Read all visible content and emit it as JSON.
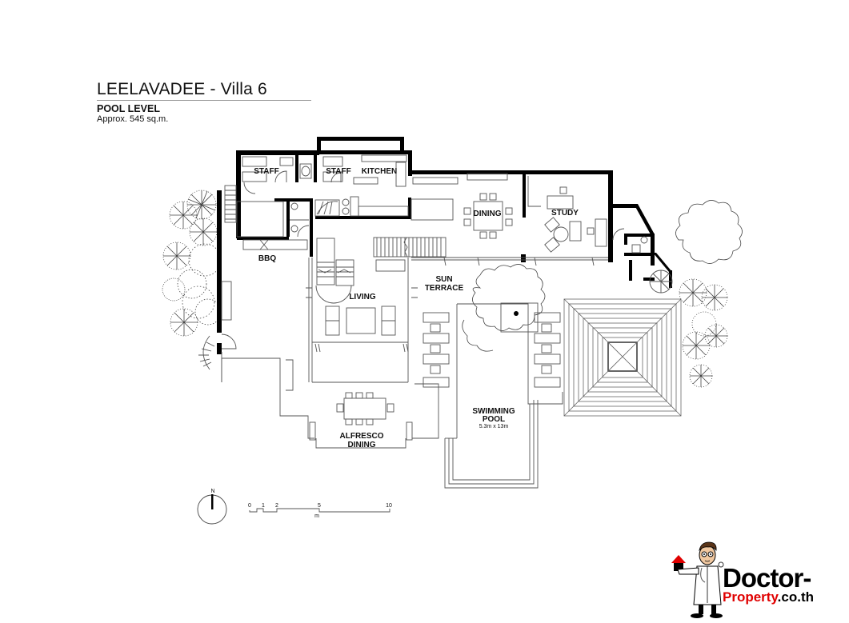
{
  "header": {
    "title": "LEELAVADEE - Villa 6",
    "level": "POOL LEVEL",
    "area": "Approx. 545 sq.m."
  },
  "rooms": [
    {
      "id": "staff-1",
      "label": "STAFF"
    },
    {
      "id": "staff-2",
      "label": "STAFF"
    },
    {
      "id": "kitchen",
      "label": "KITCHEN"
    },
    {
      "id": "dining",
      "label": "DINING"
    },
    {
      "id": "study",
      "label": "STUDY"
    },
    {
      "id": "bbq",
      "label": "BBQ"
    },
    {
      "id": "living",
      "label": "LIVING"
    },
    {
      "id": "sun-terrace",
      "label_line1": "SUN",
      "label_line2": "TERRACE"
    },
    {
      "id": "alfresco-dining",
      "label_line1": "ALFRESCO",
      "label_line2": "DINING"
    },
    {
      "id": "swimming-pool",
      "label_line1": "SWIMMING",
      "label_line2": "POOL",
      "dimensions": "5.3m x 13m"
    }
  ],
  "compass": {
    "label": "N"
  },
  "scale_bar": {
    "ticks": [
      "0",
      "1",
      "2",
      "5",
      "10"
    ],
    "unit": "m"
  },
  "logo": {
    "line1": "Doctor-",
    "line2_red": "Property",
    "line2_black": ".co.th",
    "colors": {
      "red": "#e00000",
      "black": "#000000"
    }
  }
}
